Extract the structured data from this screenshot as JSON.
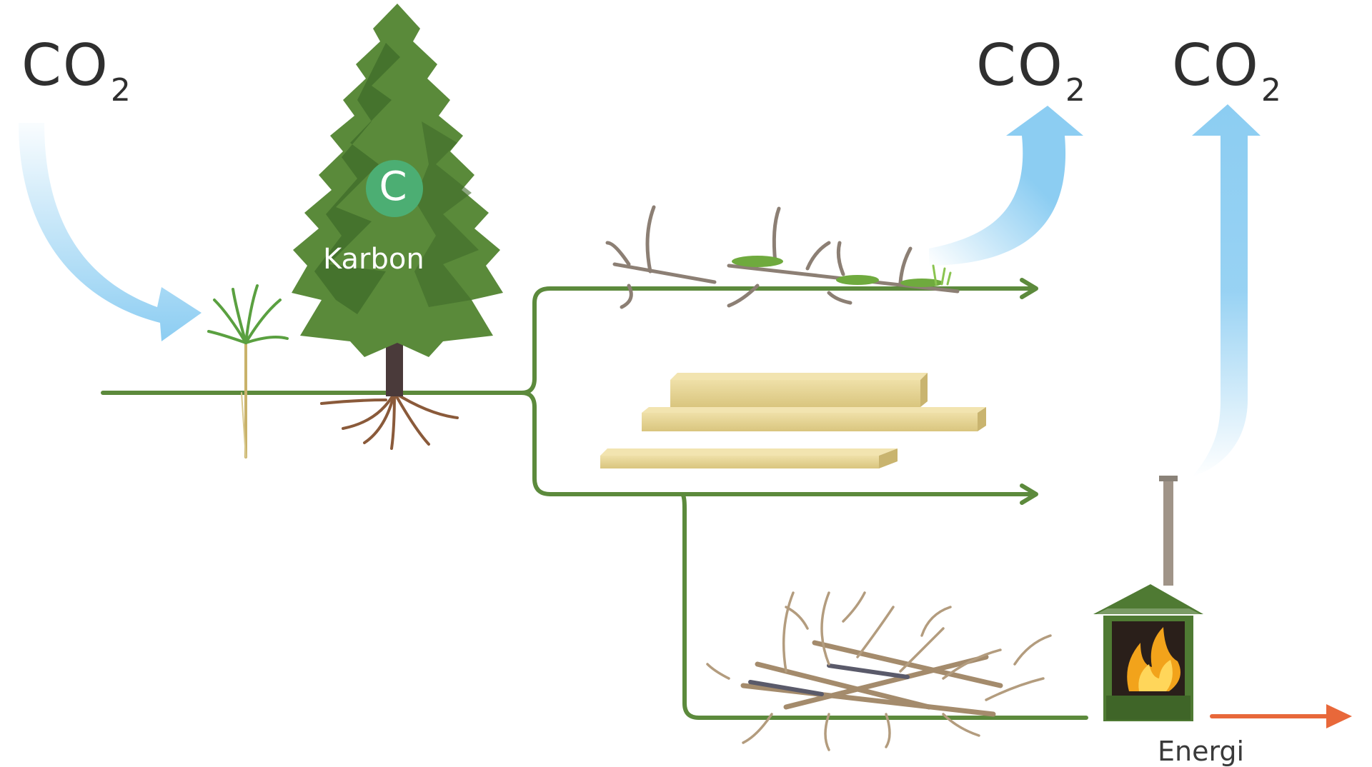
{
  "labels": {
    "co2_main": "CO",
    "co2_sub": "2",
    "carbon_letter": "C",
    "karbon": "Karbon",
    "energi": "Energi"
  },
  "colors": {
    "flow_line": "#5c8a3c",
    "tree_green": "#5a8a3a",
    "co2_arrow": "#8ccdf2",
    "carbon_badge": "#4cae73",
    "energy_arrow": "#e8683a",
    "stove": "#4f7a33",
    "fire": "#f2a31b",
    "plank": "#e6d59a"
  },
  "icons": [
    "seedling-icon",
    "tree-icon",
    "deadwood-icon",
    "lumber-icon",
    "branch-pile-icon",
    "stove-icon",
    "fire-icon"
  ]
}
